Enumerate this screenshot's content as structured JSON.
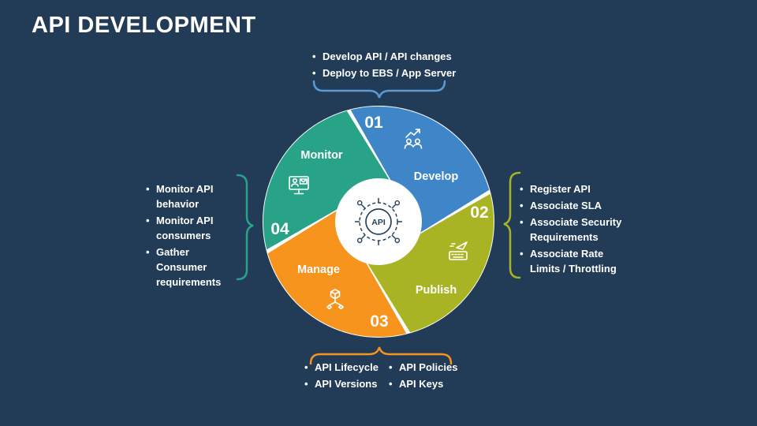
{
  "slide": {
    "title": "API DEVELOPMENT"
  },
  "colors": {
    "background": "#223B56",
    "develop": "#3E86C7",
    "publish": "#A9B424",
    "manage": "#F6941E",
    "monitor": "#29A388",
    "develop_brace": "#5B9BD5",
    "center_icon": "#24435F",
    "text": "#FFFFFF"
  },
  "diagram": {
    "center_label": "API",
    "segments": [
      {
        "number": "01",
        "label": "Develop",
        "icon": "growth-chart-people-icon"
      },
      {
        "number": "02",
        "label": "Publish",
        "icon": "keyboard-send-icon"
      },
      {
        "number": "03",
        "label": "Manage",
        "icon": "cube-network-icon"
      },
      {
        "number": "04",
        "label": "Monitor",
        "icon": "monitor-user-mail-icon"
      }
    ]
  },
  "callouts": {
    "develop": {
      "items": [
        "Develop API / API changes",
        "Deploy to EBS / App Server"
      ]
    },
    "publish": {
      "items": [
        "Register API",
        "Associate SLA",
        "Associate Security Requirements",
        "Associate Rate Limits / Throttling"
      ]
    },
    "monitor": {
      "items": [
        "Monitor API behavior",
        "Monitor API consumers",
        "Gather Consumer requirements"
      ]
    },
    "manage": {
      "columns": [
        {
          "items": [
            "API Lifecycle",
            "API Versions"
          ]
        },
        {
          "items": [
            "API Policies",
            "API Keys"
          ]
        }
      ]
    }
  }
}
